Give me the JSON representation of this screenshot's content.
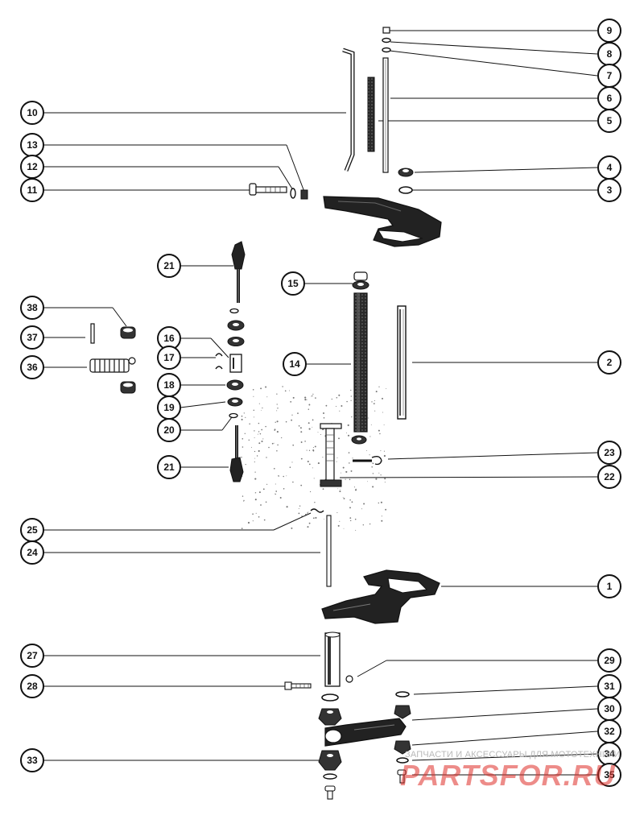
{
  "callouts": [
    {
      "id": "c9",
      "label": "9"
    },
    {
      "id": "c8",
      "label": "8"
    },
    {
      "id": "c7",
      "label": "7"
    },
    {
      "id": "c6",
      "label": "6"
    },
    {
      "id": "c5",
      "label": "5"
    },
    {
      "id": "c10",
      "label": "10"
    },
    {
      "id": "c4",
      "label": "4"
    },
    {
      "id": "c13",
      "label": "13"
    },
    {
      "id": "c12",
      "label": "12"
    },
    {
      "id": "c11",
      "label": "11"
    },
    {
      "id": "c3",
      "label": "3"
    },
    {
      "id": "c21a",
      "label": "21"
    },
    {
      "id": "c15",
      "label": "15"
    },
    {
      "id": "c38",
      "label": "38"
    },
    {
      "id": "c37",
      "label": "37"
    },
    {
      "id": "c16",
      "label": "16"
    },
    {
      "id": "c17",
      "label": "17"
    },
    {
      "id": "c36",
      "label": "36"
    },
    {
      "id": "c14",
      "label": "14"
    },
    {
      "id": "c2",
      "label": "2"
    },
    {
      "id": "c18",
      "label": "18"
    },
    {
      "id": "c19",
      "label": "19"
    },
    {
      "id": "c20",
      "label": "20"
    },
    {
      "id": "c23",
      "label": "23"
    },
    {
      "id": "c21b",
      "label": "21"
    },
    {
      "id": "c22",
      "label": "22"
    },
    {
      "id": "c25",
      "label": "25"
    },
    {
      "id": "c24",
      "label": "24"
    },
    {
      "id": "c1",
      "label": "1"
    },
    {
      "id": "c27",
      "label": "27"
    },
    {
      "id": "c29",
      "label": "29"
    },
    {
      "id": "c28",
      "label": "28"
    },
    {
      "id": "c31",
      "label": "31"
    },
    {
      "id": "c30",
      "label": "30"
    },
    {
      "id": "c32",
      "label": "32"
    },
    {
      "id": "c33",
      "label": "33"
    },
    {
      "id": "c34",
      "label": "34"
    },
    {
      "id": "c35",
      "label": "35"
    }
  ],
  "watermark": {
    "line1": "ЗАПЧАСТИ И АКСЕССУАРЫ ДЛЯ МОТОТЕХНИКИ",
    "line2": "PARTSFOR.RU"
  }
}
